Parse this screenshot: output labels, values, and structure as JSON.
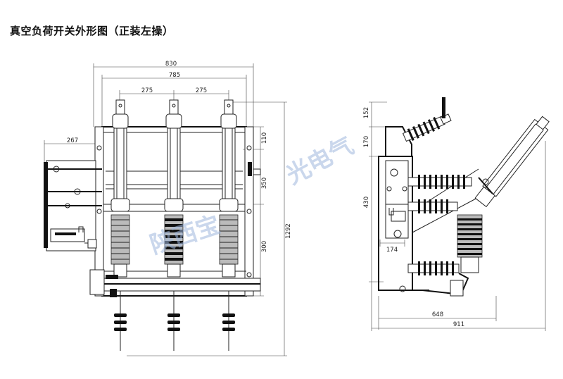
{
  "title": "真空负荷开关外形图（正装左操）",
  "dimensions": {
    "front": {
      "total_width": "830",
      "inner_width": "785",
      "pole_spacing_1": "275",
      "pole_spacing_2": "275",
      "left_offset": "267",
      "top_segment": "110",
      "middle_segment": "350",
      "lower_segment": "300",
      "total_height": "1292"
    },
    "side": {
      "top_segment": "152",
      "upper_segment": "170",
      "middle_segment": "430",
      "mechanism_width": "174",
      "depth": "648",
      "total_depth": "911"
    }
  },
  "watermark": {
    "front": "陕西宝",
    "side": "光电气"
  }
}
